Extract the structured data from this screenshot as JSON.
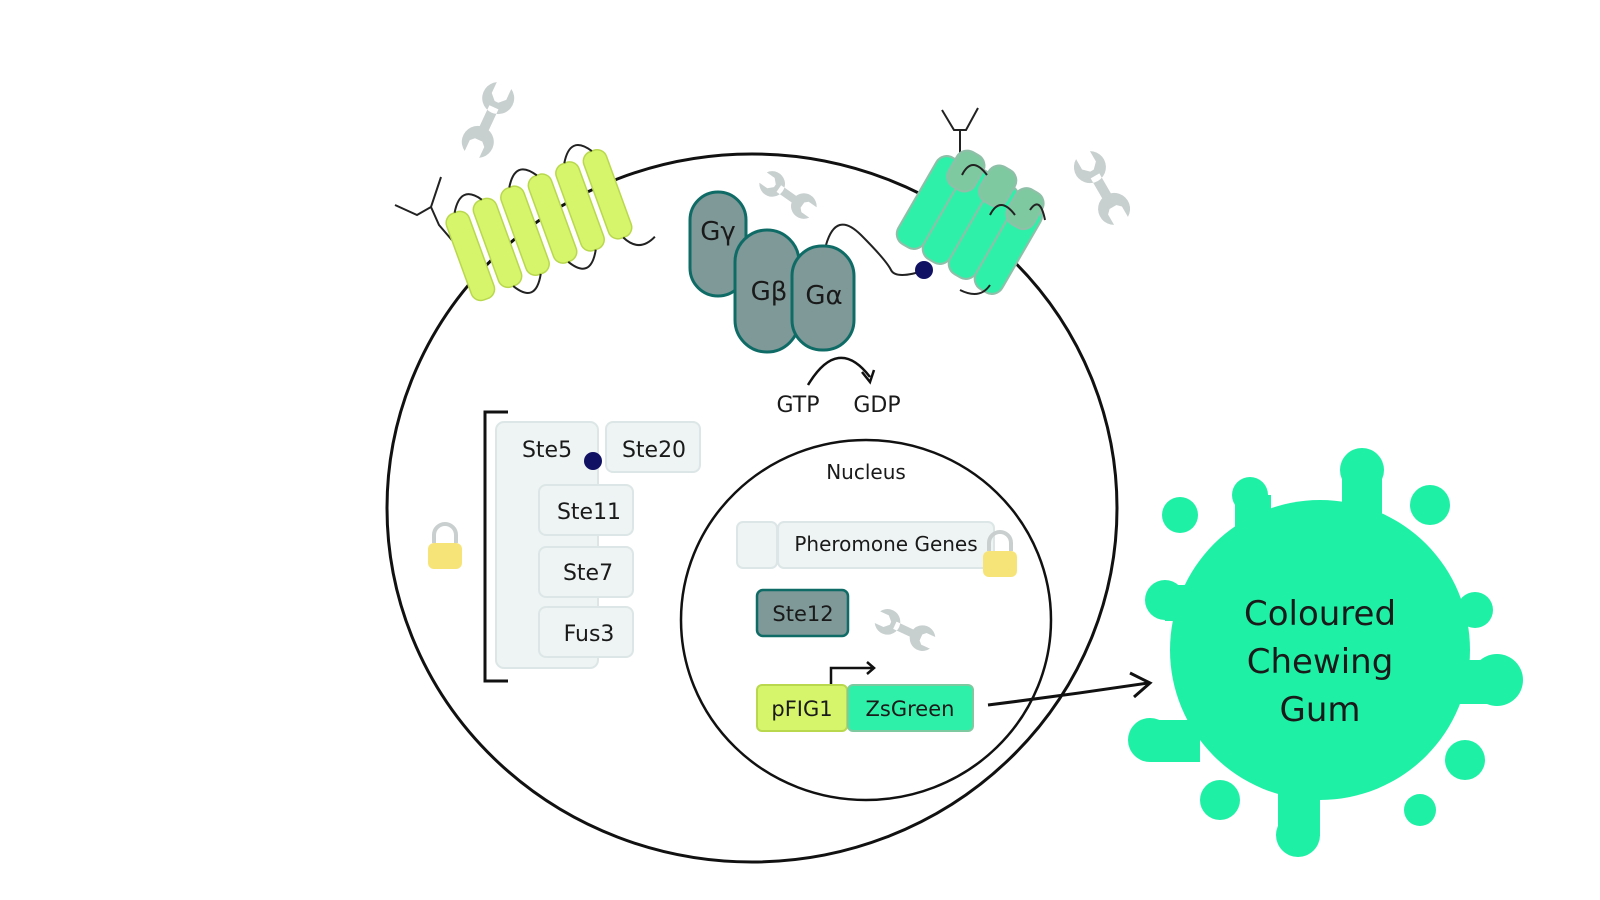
{
  "colors": {
    "receptor_left": "#d6f56a",
    "receptor_right": "#2ff0a8",
    "g_protein": "#7f9898",
    "g_protein_stroke": "#0f6b66",
    "scaffold_box": "#eef3f3",
    "phosphate": "#111163",
    "lock": "#f7e479",
    "wrench": "#c8cfcf",
    "pfig1": "#d6f56a",
    "zsgreen": "#2ff0a8",
    "gum": "#1ef0a6"
  },
  "g_protein": {
    "gamma": "Gγ",
    "beta": "Gβ",
    "alpha": "Gα"
  },
  "nucleotides": {
    "gtp": "GTP",
    "gdp": "GDP"
  },
  "mapk_cascade": {
    "ste5": "Ste5",
    "ste20": "Ste20",
    "ste11": "Ste11",
    "ste7": "Ste7",
    "fus3": "Fus3"
  },
  "nucleus": {
    "label": "Nucleus",
    "pheromone_genes": "Pheromone Genes",
    "ste12": "Ste12",
    "promoter": "pFIG1",
    "reporter": "ZsGreen"
  },
  "gum": {
    "lines": [
      "Coloured",
      "Chewing",
      "Gum"
    ]
  },
  "icons": [
    "wrench-icon",
    "lock-icon",
    "ligand-icon",
    "promoter-arrow-icon"
  ]
}
